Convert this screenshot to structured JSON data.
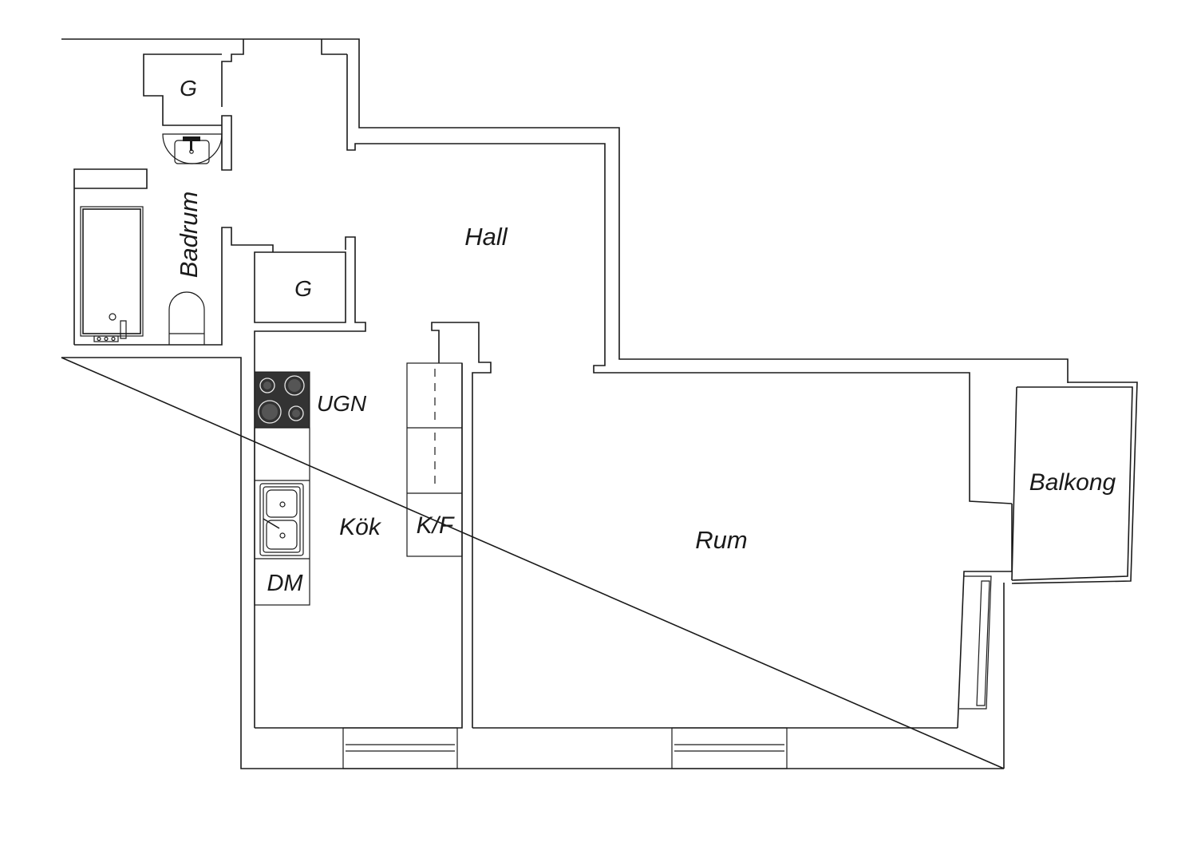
{
  "rooms": {
    "hall": "Hall",
    "badrum": "Badrum",
    "garderob_1": "G",
    "garderob_2": "G",
    "kok": "Kök",
    "ugn": "UGN",
    "kyl_frys": "K/F",
    "diskmaskin": "DM",
    "rum": "Rum",
    "balkong": "Balkong"
  },
  "colors": {
    "line": "#1a1a1a",
    "stove": "#333333",
    "background": "#ffffff"
  }
}
